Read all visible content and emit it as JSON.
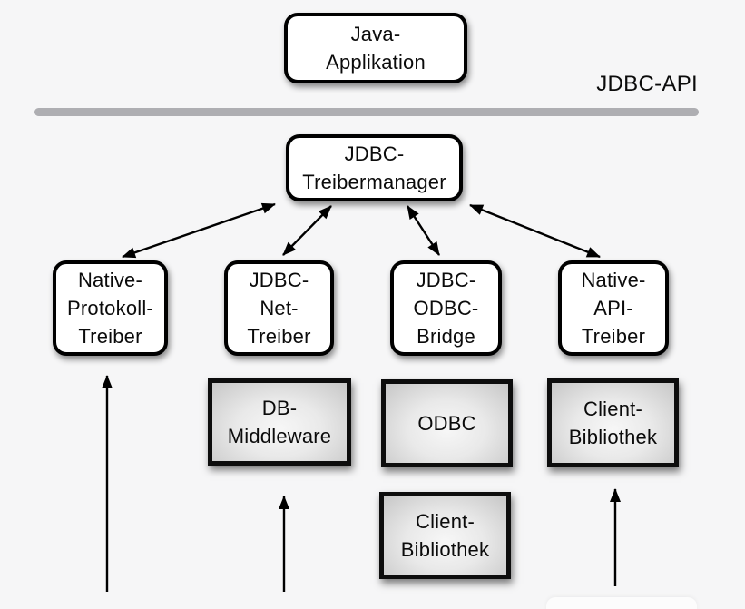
{
  "diagram": {
    "api_label": "JDBC-API",
    "nodes": {
      "java_app": {
        "label": "Java-\nApplikation"
      },
      "treibermanager": {
        "label": "JDBC-\nTreibermanager"
      },
      "native_protokoll": {
        "label": "Native-\nProtokoll-\nTreiber"
      },
      "jdbc_net": {
        "label": "JDBC-\nNet-\nTreiber"
      },
      "jdbc_odbc": {
        "label": "JDBC-\nODBC-\nBridge"
      },
      "native_api": {
        "label": "Native-\nAPI-\nTreiber"
      },
      "db_middleware": {
        "label": "DB-\nMiddleware"
      },
      "odbc": {
        "label": "ODBC"
      },
      "client_bibliothek_unten": {
        "label": "Client-\nBibliothek"
      },
      "client_bibliothek_rechts": {
        "label": "Client-\nBibliothek"
      }
    },
    "connections": [
      {
        "from": "treibermanager",
        "to": "native_protokoll",
        "style": "bidirectional"
      },
      {
        "from": "treibermanager",
        "to": "jdbc_net",
        "style": "bidirectional"
      },
      {
        "from": "treibermanager",
        "to": "jdbc_odbc",
        "style": "bidirectional"
      },
      {
        "from": "treibermanager",
        "to": "native_api",
        "style": "bidirectional"
      },
      {
        "from": "bottom-edge",
        "to": "native_protokoll",
        "style": "arrow-up"
      },
      {
        "from": "bottom-edge",
        "to": "db_middleware",
        "style": "arrow-up"
      },
      {
        "from": "bottom-edge",
        "to": "client_bibliothek_rechts",
        "style": "arrow-up"
      }
    ],
    "colors": {
      "background": "#f6f6f7",
      "separator": "#aeaeb2",
      "box_border": "#000000",
      "box_fill": "#ffffff",
      "gray_box_fill": "#d8d8d8",
      "arrow": "#000000",
      "text": "#0b0b0b"
    }
  }
}
